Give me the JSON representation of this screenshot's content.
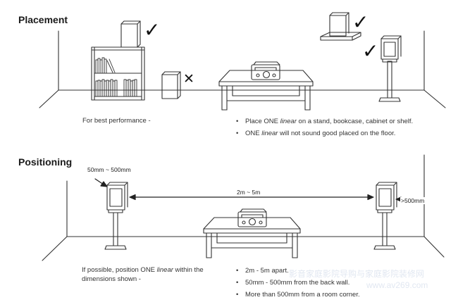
{
  "placement": {
    "title": "Placement",
    "intro": "For best performance -",
    "bullets": [
      {
        "pre": "Place ONE ",
        "em": "linear",
        "post": " on a stand, bookcase, cabinet or shelf."
      },
      {
        "pre": "ONE ",
        "em": "linear",
        "post": " will not sound good placed on the floor."
      }
    ],
    "marks": {
      "good": "✓",
      "bad": "✕"
    }
  },
  "positioning": {
    "title": "Positioning",
    "wall_gap_label": "50mm ~ 500mm",
    "distance_label": "2m ~ 5m",
    "corner_label": ">500mm",
    "intro_pre": "If possible, position ONE ",
    "intro_em": "linear",
    "intro_post": " within the",
    "intro_line2": "dimensions shown -",
    "bullets": [
      "2m - 5m apart.",
      "50mm - 500mm from the back wall.",
      "More than 500mm from a room corner."
    ]
  },
  "watermark": {
    "line1": "影音家庭影院导购与家庭影院装修网",
    "line2": "www.av269.com"
  }
}
